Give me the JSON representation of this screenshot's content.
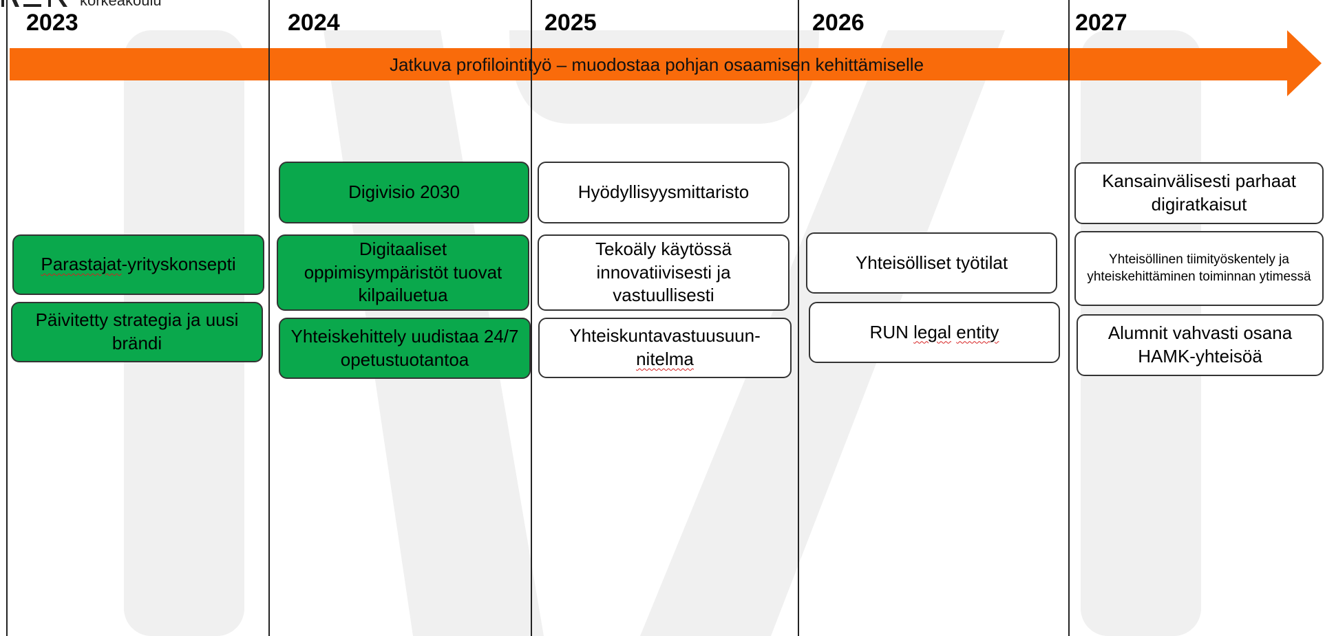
{
  "logo": {
    "text": "korkeakoulu"
  },
  "colors": {
    "arrow": "#f96b0b",
    "green": "#0aa84c",
    "watermark": "#f0f0f0",
    "box_border": "#333333"
  },
  "years": [
    "2023",
    "2024",
    "2025",
    "2026",
    "2027"
  ],
  "arrow": {
    "label": "Jatkuva profilointityö – muodostaa pohjan osaamisen kehittämiselle"
  },
  "col2023": {
    "box1": {
      "a": "Parastajat",
      "b": "-yrityskonsepti"
    },
    "box2": "Päivitetty strategia ja uusi brändi"
  },
  "col2024": {
    "box1": "Digivisio 2030",
    "box2": "Digitaaliset oppimisympäristöt tuovat kilpailuetua",
    "box3": "Yhteiskehittely uudistaa 24/7 opetustuotantoa"
  },
  "col2025": {
    "box1": "Hyödyllisyysmittaristo",
    "box2": "Tekoäly käytössä innovatiivisesti ja vastuullisesti",
    "box3": {
      "a": "Yhteiskuntavastuusuun-",
      "b": "nitelma"
    }
  },
  "col2026": {
    "box1": "Yhteisölliset työtilat",
    "box2": {
      "a": "RUN ",
      "b": "legal",
      "c": " ",
      "d": "entity"
    }
  },
  "col2027": {
    "box1": "Kansainvälisesti parhaat digiratkaisut",
    "box2": "Yhteisöllinen tiimityöskentely ja yhteiskehittäminen toiminnan ytimessä",
    "box3": "Alumnit vahvasti osana HAMK-yhteisöä"
  }
}
